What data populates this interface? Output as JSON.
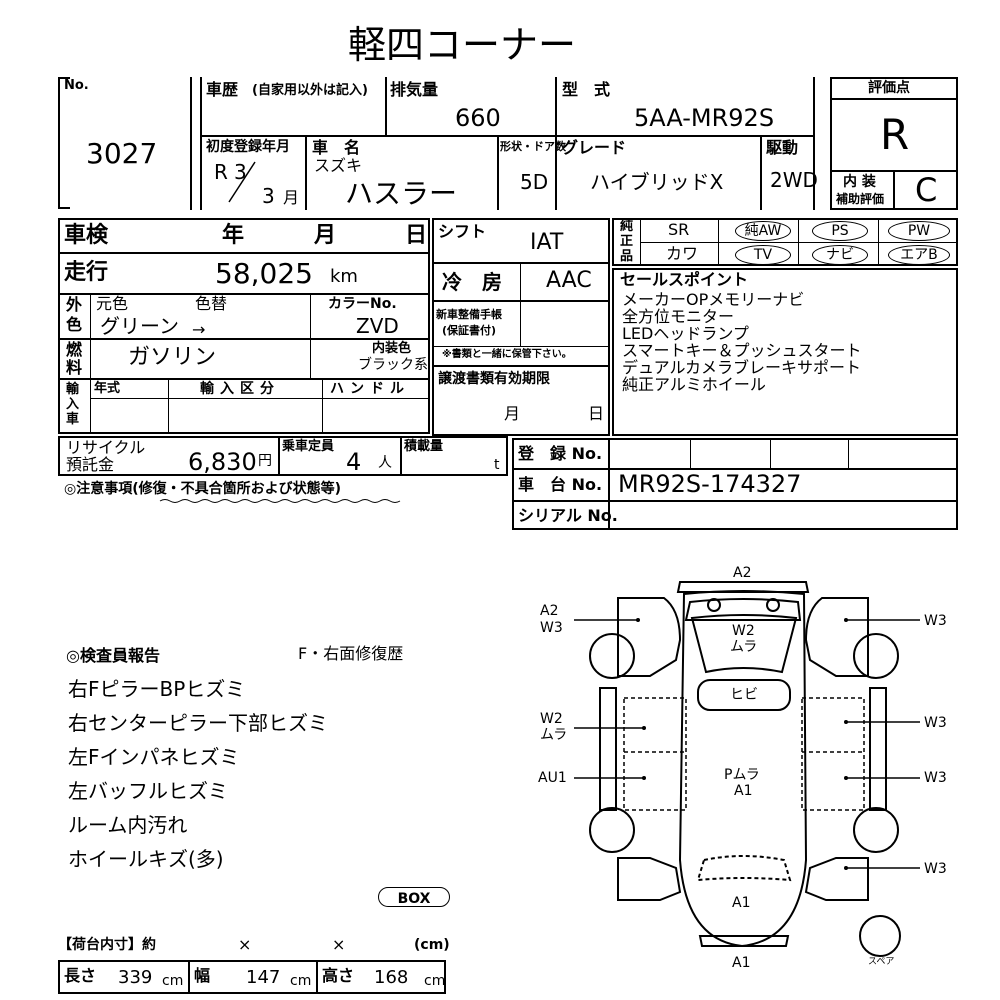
{
  "title": "軽四コーナー",
  "header": {
    "no_label": "No.",
    "lot_no": "3027",
    "history_label": "車歴",
    "history_note": "(自家用以外は記入)",
    "displacement_label": "排気量",
    "displacement": "660",
    "model_label": "型　式",
    "model": "5AA-MR92S",
    "score_label": "評価点",
    "score": "R",
    "first_reg_label": "初度登録年月",
    "first_reg_era": "R",
    "first_reg_year": "3",
    "first_reg_month": "3",
    "month_unit": "月",
    "name_label": "車　名",
    "maker": "スズキ",
    "car_name": "ハスラー",
    "doors_label": "形状・ドア数",
    "doors": "5D",
    "grade_label": "グレード",
    "grade": "ハイブリッドX",
    "drive_label": "駆動",
    "drive": "2WD",
    "interior_label": "内 装\n補助評価",
    "interior_label_1": "内 装",
    "interior_label_2": "補助評価",
    "interior_score": "C"
  },
  "spec": {
    "inspection_label": "車検",
    "year_label": "年",
    "month_label": "月",
    "day_label": "日",
    "shift_label": "シフト",
    "shift": "IAT",
    "mileage_label": "走行",
    "mileage": "58,025",
    "mileage_unit": "km",
    "aircon_label": "冷　房",
    "aircon": "AAC",
    "color_label_1": "外",
    "color_label_2": "色",
    "orig_color_label": "元色",
    "color_change_label": "色替",
    "color": "グリーン",
    "color_arrow": "→",
    "color_no_label": "カラーNo.",
    "color_no": "ZVD",
    "maintenance_label_1": "新車整備手帳",
    "maintenance_label_2": "(保証書付)",
    "maintenance_note": "※書類と一緒に保管下さい。",
    "fuel_label_1": "燃",
    "fuel_label_2": "料",
    "fuel": "ガソリン",
    "interior_color_label": "内装色",
    "interior_color": "ブラック系",
    "import_label": "輸入車",
    "import_year_label": "年式",
    "import_type_label": "輸入区分",
    "handle_label": "ハンドル",
    "transfer_label": "譲渡書類有効期限",
    "transfer_month": "月",
    "transfer_day": "日",
    "recycle_label_1": "リサイクル",
    "recycle_label_2": "預託金",
    "recycle": "6,830",
    "yen": "円",
    "capacity_label": "乗車定員",
    "capacity": "4",
    "capacity_unit": "人",
    "load_label": "積載量",
    "load_unit": "t"
  },
  "equipment": {
    "label": "純正品",
    "label_1": "純",
    "label_2": "正",
    "label_3": "品",
    "items": [
      {
        "label": "SR",
        "circled": false
      },
      {
        "label": "純AW",
        "circled": true
      },
      {
        "label": "PS",
        "circled": true
      },
      {
        "label": "PW",
        "circled": true
      },
      {
        "label": "カワ",
        "circled": false
      },
      {
        "label": "TV",
        "circled": true
      },
      {
        "label": "ナビ",
        "circled": true
      },
      {
        "label": "エアB",
        "circled": true
      }
    ]
  },
  "sales_points": {
    "label": "セールスポイント",
    "items": [
      "メーカーOPメモリーナビ",
      "全方位モニター",
      "LEDヘッドランプ",
      "スマートキー＆プッシュスタート",
      "デュアルカメラブレーキサポート",
      "純正アルミホイール"
    ]
  },
  "registration": {
    "reg_label": "登　録 No.",
    "chassis_label": "車　台 No.",
    "chassis": "MR92S-174327",
    "serial_label": "シリアル No."
  },
  "notes_label": "◎注意事項(修復・不具合箇所および状態等)",
  "inspector": {
    "label": "◎検査員報告",
    "repair_history": "F・右面修復歴",
    "items": [
      "右FピラーBPヒズミ",
      "右センターピラー下部ヒズミ",
      "左Fインパネヒズミ",
      "左バッフルヒズミ",
      "ルーム内汚れ",
      "ホイールキズ(多)"
    ],
    "box": "BOX"
  },
  "cargo": {
    "label": "【荷台内寸】約",
    "times": "×",
    "unit": "(cm)",
    "length_label": "長さ",
    "length": "339",
    "width_label": "幅",
    "width": "147",
    "height_label": "高さ",
    "height": "168",
    "cm": "cm"
  },
  "diagram": {
    "front_top": "A2",
    "windshield": "W2",
    "windshield_2": "ムラ",
    "roof_glass": "ヒビ",
    "roof": "Pムラ",
    "roof_2": "A1",
    "rear": "A1",
    "rear_bottom": "A1",
    "left_front_1": "A2",
    "left_front_2": "W3",
    "left_door_1": "W2",
    "left_door_2": "ムラ",
    "left_rear": "AU1",
    "right_front": "W3",
    "right_door": "W3",
    "right_rear_door": "W3",
    "right_rear": "W3",
    "spare": "スペア"
  }
}
